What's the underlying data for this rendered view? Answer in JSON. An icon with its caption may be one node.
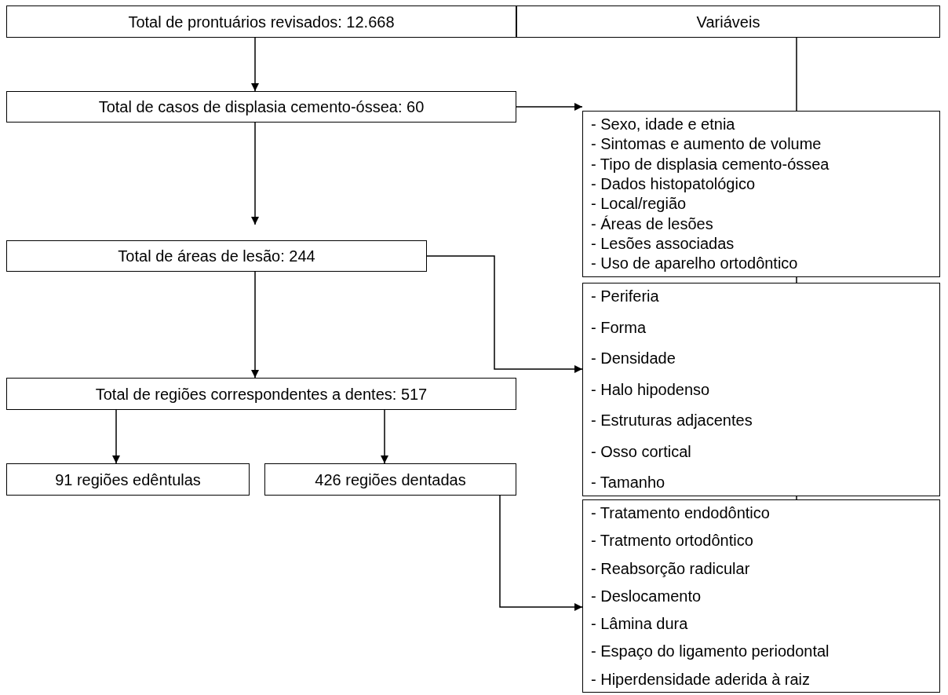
{
  "diagram": {
    "nodes": [
      {
        "text": [
          "Total de prontuários revisados: 12.668"
        ]
      },
      {
        "text": [
          "Variáveis"
        ]
      },
      {
        "text": [
          "Total de casos de displasia cemento-óssea: 60"
        ]
      },
      {
        "text": [
          "- Sexo, idade e etnia",
          "- Sintomas e aumento de volume",
          "- Tipo de displasia cemento-óssea",
          "- Dados histopatológico",
          "- Local/região",
          "- Áreas de lesões",
          "- Lesões associadas",
          "- Uso de aparelho ortodôntico"
        ]
      },
      {
        "text": [
          "Total de áreas de lesão: 244"
        ]
      },
      {
        "text": [
          "- Periferia",
          "- Forma",
          "- Densidade",
          "- Halo hipodenso",
          "- Estruturas adjacentes",
          "- Osso cortical",
          "- Tamanho"
        ]
      },
      {
        "text": [
          "Total de regiões correspondentes a dentes: 517"
        ]
      },
      {
        "text": [
          "91 regiões edêntulas"
        ]
      },
      {
        "text": [
          "426 regiões dentadas"
        ]
      },
      {
        "text": [
          "- Tratamento endodôntico",
          "- Tratmento ortodôntico",
          "- Reabsorção radicular",
          "- Deslocamento",
          "- Lâmina dura",
          "- Espaço do ligamento periodontal",
          "- Hiperdensidade aderida à raiz"
        ]
      }
    ],
    "edges": [
      {
        "from": 0,
        "to": 2,
        "arrow": "to"
      },
      {
        "from": 1,
        "to": 3,
        "arrow": "none"
      },
      {
        "from": 2,
        "to": 3,
        "arrow": "to"
      },
      {
        "from": 2,
        "to": 4,
        "arrow": "to"
      },
      {
        "from": 3,
        "to": 5,
        "arrow": "none"
      },
      {
        "from": 4,
        "to": 6,
        "arrow": "to"
      },
      {
        "from": 4,
        "to": 5,
        "arrow": "to"
      },
      {
        "from": 6,
        "to": 7,
        "arrow": "to"
      },
      {
        "from": 6,
        "to": 8,
        "arrow": "to"
      },
      {
        "from": 5,
        "to": 9,
        "arrow": "none"
      },
      {
        "from": 8,
        "to": 9,
        "arrow": "to"
      }
    ]
  }
}
